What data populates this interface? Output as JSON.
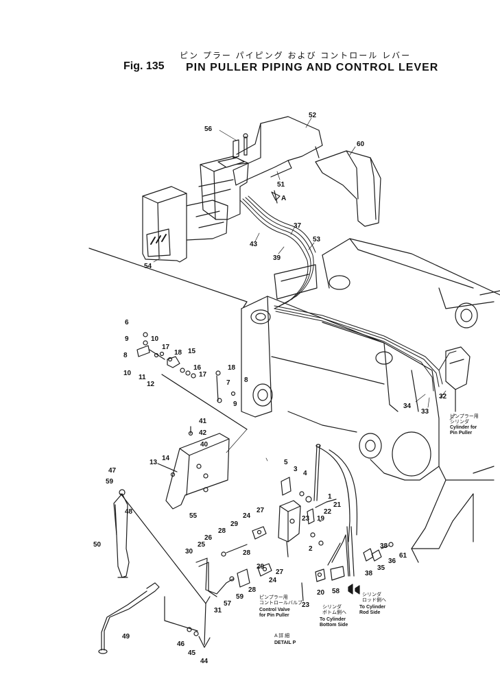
{
  "title": {
    "japanese": "ピン プラー パイピング および コントロール レバー",
    "figure_number": "Fig. 135",
    "english": "PIN PULLER PIPING AND CONTROL LEVER"
  },
  "part_numbers": {
    "p56": "56",
    "p52": "52",
    "p60": "60",
    "p51": "51",
    "pA": "A",
    "p37": "37",
    "p53": "53",
    "p43": "43",
    "p39": "39",
    "p54": "54",
    "p6": "6",
    "p9a": "9",
    "p10a": "10",
    "p8a": "8",
    "p17a": "17",
    "p18a": "18",
    "p15": "15",
    "p10b": "10",
    "p11": "11",
    "p12": "12",
    "p16": "16",
    "p17b": "17",
    "p18b": "18",
    "p7": "7",
    "p8b": "8",
    "p9b": "9",
    "p41": "41",
    "p42": "42",
    "p40": "40",
    "p14": "14",
    "p13": "13",
    "p55": "55",
    "p47": "47",
    "p59a": "59",
    "p48": "48",
    "p50": "50",
    "p49": "49",
    "p46": "46",
    "p45": "45",
    "p44": "44",
    "p30": "30",
    "p25": "25",
    "p26": "26",
    "p28a": "28",
    "p29a": "29",
    "p24a": "24",
    "p27a": "27",
    "p28b": "28",
    "p29b": "29",
    "p24b": "24",
    "p27b": "27",
    "p57": "57",
    "p59b": "59",
    "p28c": "28",
    "p31": "31",
    "p5": "5",
    "p3": "3",
    "p4": "4",
    "p1": "1",
    "p21": "21",
    "p22": "22",
    "p19": "19",
    "p23a": "23",
    "p2": "2",
    "p20": "20",
    "p23b": "23",
    "p58": "58",
    "p38a": "38",
    "p35": "35",
    "p36": "36",
    "p61": "61",
    "p38b": "38",
    "p32": "32",
    "p34": "34",
    "p33": "33"
  },
  "annotations": {
    "valve_jp": "ピンプラー用\nコントロールバルブ",
    "valve_en": "Control Valve\nfor Pin Puller",
    "detail_jp": "A 詳 細",
    "detail_en": "DETAIL P",
    "bottom_jp": "シリンダ\nボトム側へ",
    "bottom_en": "To Cylinder\nBottom Side",
    "rod_jp": "シリンダ\nロッド側へ",
    "rod_en": "To Cylinder\nRod Side",
    "cyl_jp": "ピンプラー用\nシリンダ",
    "cyl_en": "Cylinder for\nPin Puller"
  }
}
